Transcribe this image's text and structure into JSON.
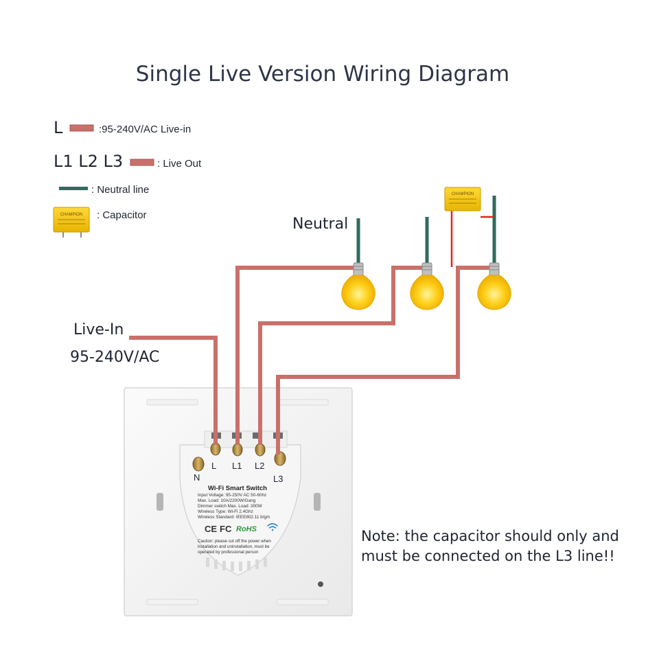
{
  "title": "Single Live Version Wiring Diagram",
  "legend": {
    "live_in_symbol": "L",
    "live_in_text": ":95-240V/AC Live-in",
    "live_out_symbol": "L1 L2 L3",
    "live_out_text": ": Live Out",
    "neutral_text": ": Neutral line",
    "capacitor_text": ": Capacitor"
  },
  "labels": {
    "neutral": "Neutral",
    "live_in": "Live-In",
    "voltage": "95-240V/AC"
  },
  "terminals": {
    "n": "N",
    "l": "L",
    "l1": "L1",
    "l2": "L2",
    "l3": "L3"
  },
  "module": {
    "name": "Wi-Fi Smart Switch",
    "specs": [
      "Input Voltage: 95-250V AC 50-60hz",
      "Max. Load: 10A/2200W/Gang",
      "Dimmer switch Max. Load: 300W",
      "Wireless Type: Wi-Fi 2.4Ghz",
      "Wireless Standard: IEEE802.11 b/g/n"
    ],
    "certs": {
      "ce": "CE",
      "fc": "FC",
      "rohs": "RoHS"
    },
    "caution": [
      "Caution: please cut off the power when",
      "installation and uninstallation, must be",
      "operated by professional person"
    ]
  },
  "capacitor": {
    "brand": "CHAMPION"
  },
  "note": [
    "Note: the capacitor should only and",
    "must be connected on the L3 line!!"
  ],
  "colors": {
    "live_wire": "#c9706a",
    "neutral_wire": "#2f6b5e",
    "capacitor": "#f2c200",
    "bulb": "#ffd21f",
    "red_lead": "#e8201a",
    "title_text": "#2e3447"
  }
}
